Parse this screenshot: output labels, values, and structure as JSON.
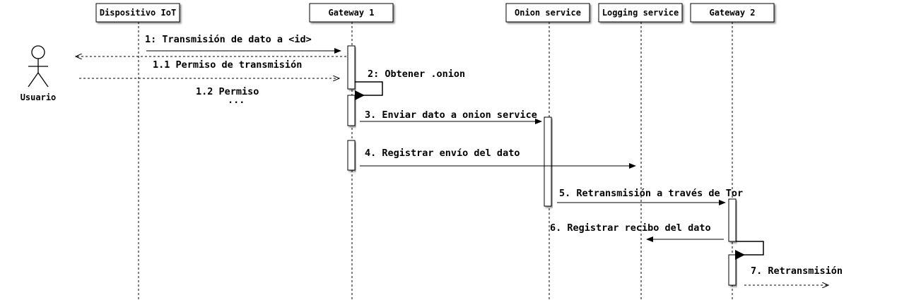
{
  "diagram": {
    "participants": [
      {
        "id": "dispositivo",
        "label": "Dispositivo IoT"
      },
      {
        "id": "gateway1",
        "label": "Gateway 1"
      },
      {
        "id": "onion",
        "label": "Onion service"
      },
      {
        "id": "logging",
        "label": "Logging service"
      },
      {
        "id": "gateway2",
        "label": "Gateway 2"
      }
    ],
    "actor": {
      "label": "Usuario"
    },
    "messages": [
      {
        "id": "m1",
        "label": "1: Transmisión de dato a <id>"
      },
      {
        "id": "m11",
        "label": "1.1 Permiso de transmisión"
      },
      {
        "id": "m12",
        "label": "1.2 Permiso"
      },
      {
        "id": "m12b",
        "label": "..."
      },
      {
        "id": "m2",
        "label": "2: Obtener .onion"
      },
      {
        "id": "m3",
        "label": "3. Enviar dato a onion service"
      },
      {
        "id": "m4",
        "label": "4. Registrar envío del dato"
      },
      {
        "id": "m5",
        "label": "5. Retransmisión a través de Tor"
      },
      {
        "id": "m6",
        "label": "6. Registrar recibo del dato"
      },
      {
        "id": "m7",
        "label": "7. Retransmisión"
      }
    ]
  }
}
